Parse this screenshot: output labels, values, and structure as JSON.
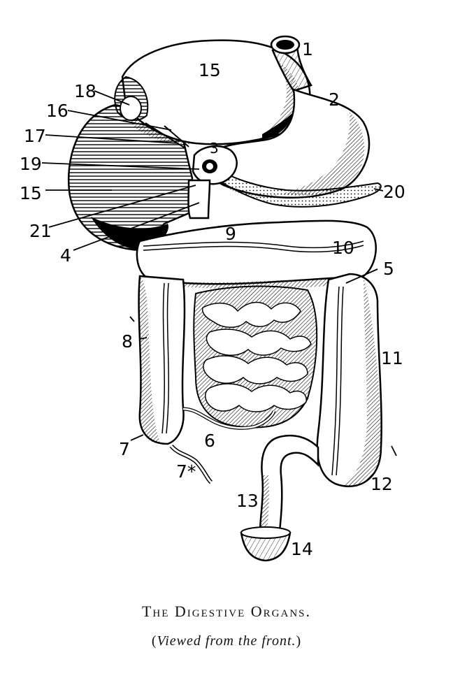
{
  "figure": {
    "caption_title": "The Digestive Organs.",
    "caption_subtitle_text": "Viewed from the front.",
    "paren_open": "(",
    "paren_close": ")",
    "labels": [
      {
        "id": "1",
        "text": "1"
      },
      {
        "id": "2",
        "text": "2"
      },
      {
        "id": "3",
        "text": "3"
      },
      {
        "id": "4",
        "text": "4"
      },
      {
        "id": "5",
        "text": "5"
      },
      {
        "id": "6",
        "text": "6"
      },
      {
        "id": "7",
        "text": "7"
      },
      {
        "id": "7star",
        "text": "7*"
      },
      {
        "id": "8",
        "text": "8"
      },
      {
        "id": "9",
        "text": "9"
      },
      {
        "id": "10",
        "text": "10"
      },
      {
        "id": "11",
        "text": "11"
      },
      {
        "id": "12",
        "text": "12"
      },
      {
        "id": "13",
        "text": "13"
      },
      {
        "id": "14",
        "text": "14"
      },
      {
        "id": "15a",
        "text": "15"
      },
      {
        "id": "15b",
        "text": "15"
      },
      {
        "id": "16",
        "text": "16"
      },
      {
        "id": "17",
        "text": "17"
      },
      {
        "id": "18",
        "text": "18"
      },
      {
        "id": "19",
        "text": "19"
      },
      {
        "id": "20",
        "text": "20"
      },
      {
        "id": "21",
        "text": "21"
      }
    ]
  }
}
